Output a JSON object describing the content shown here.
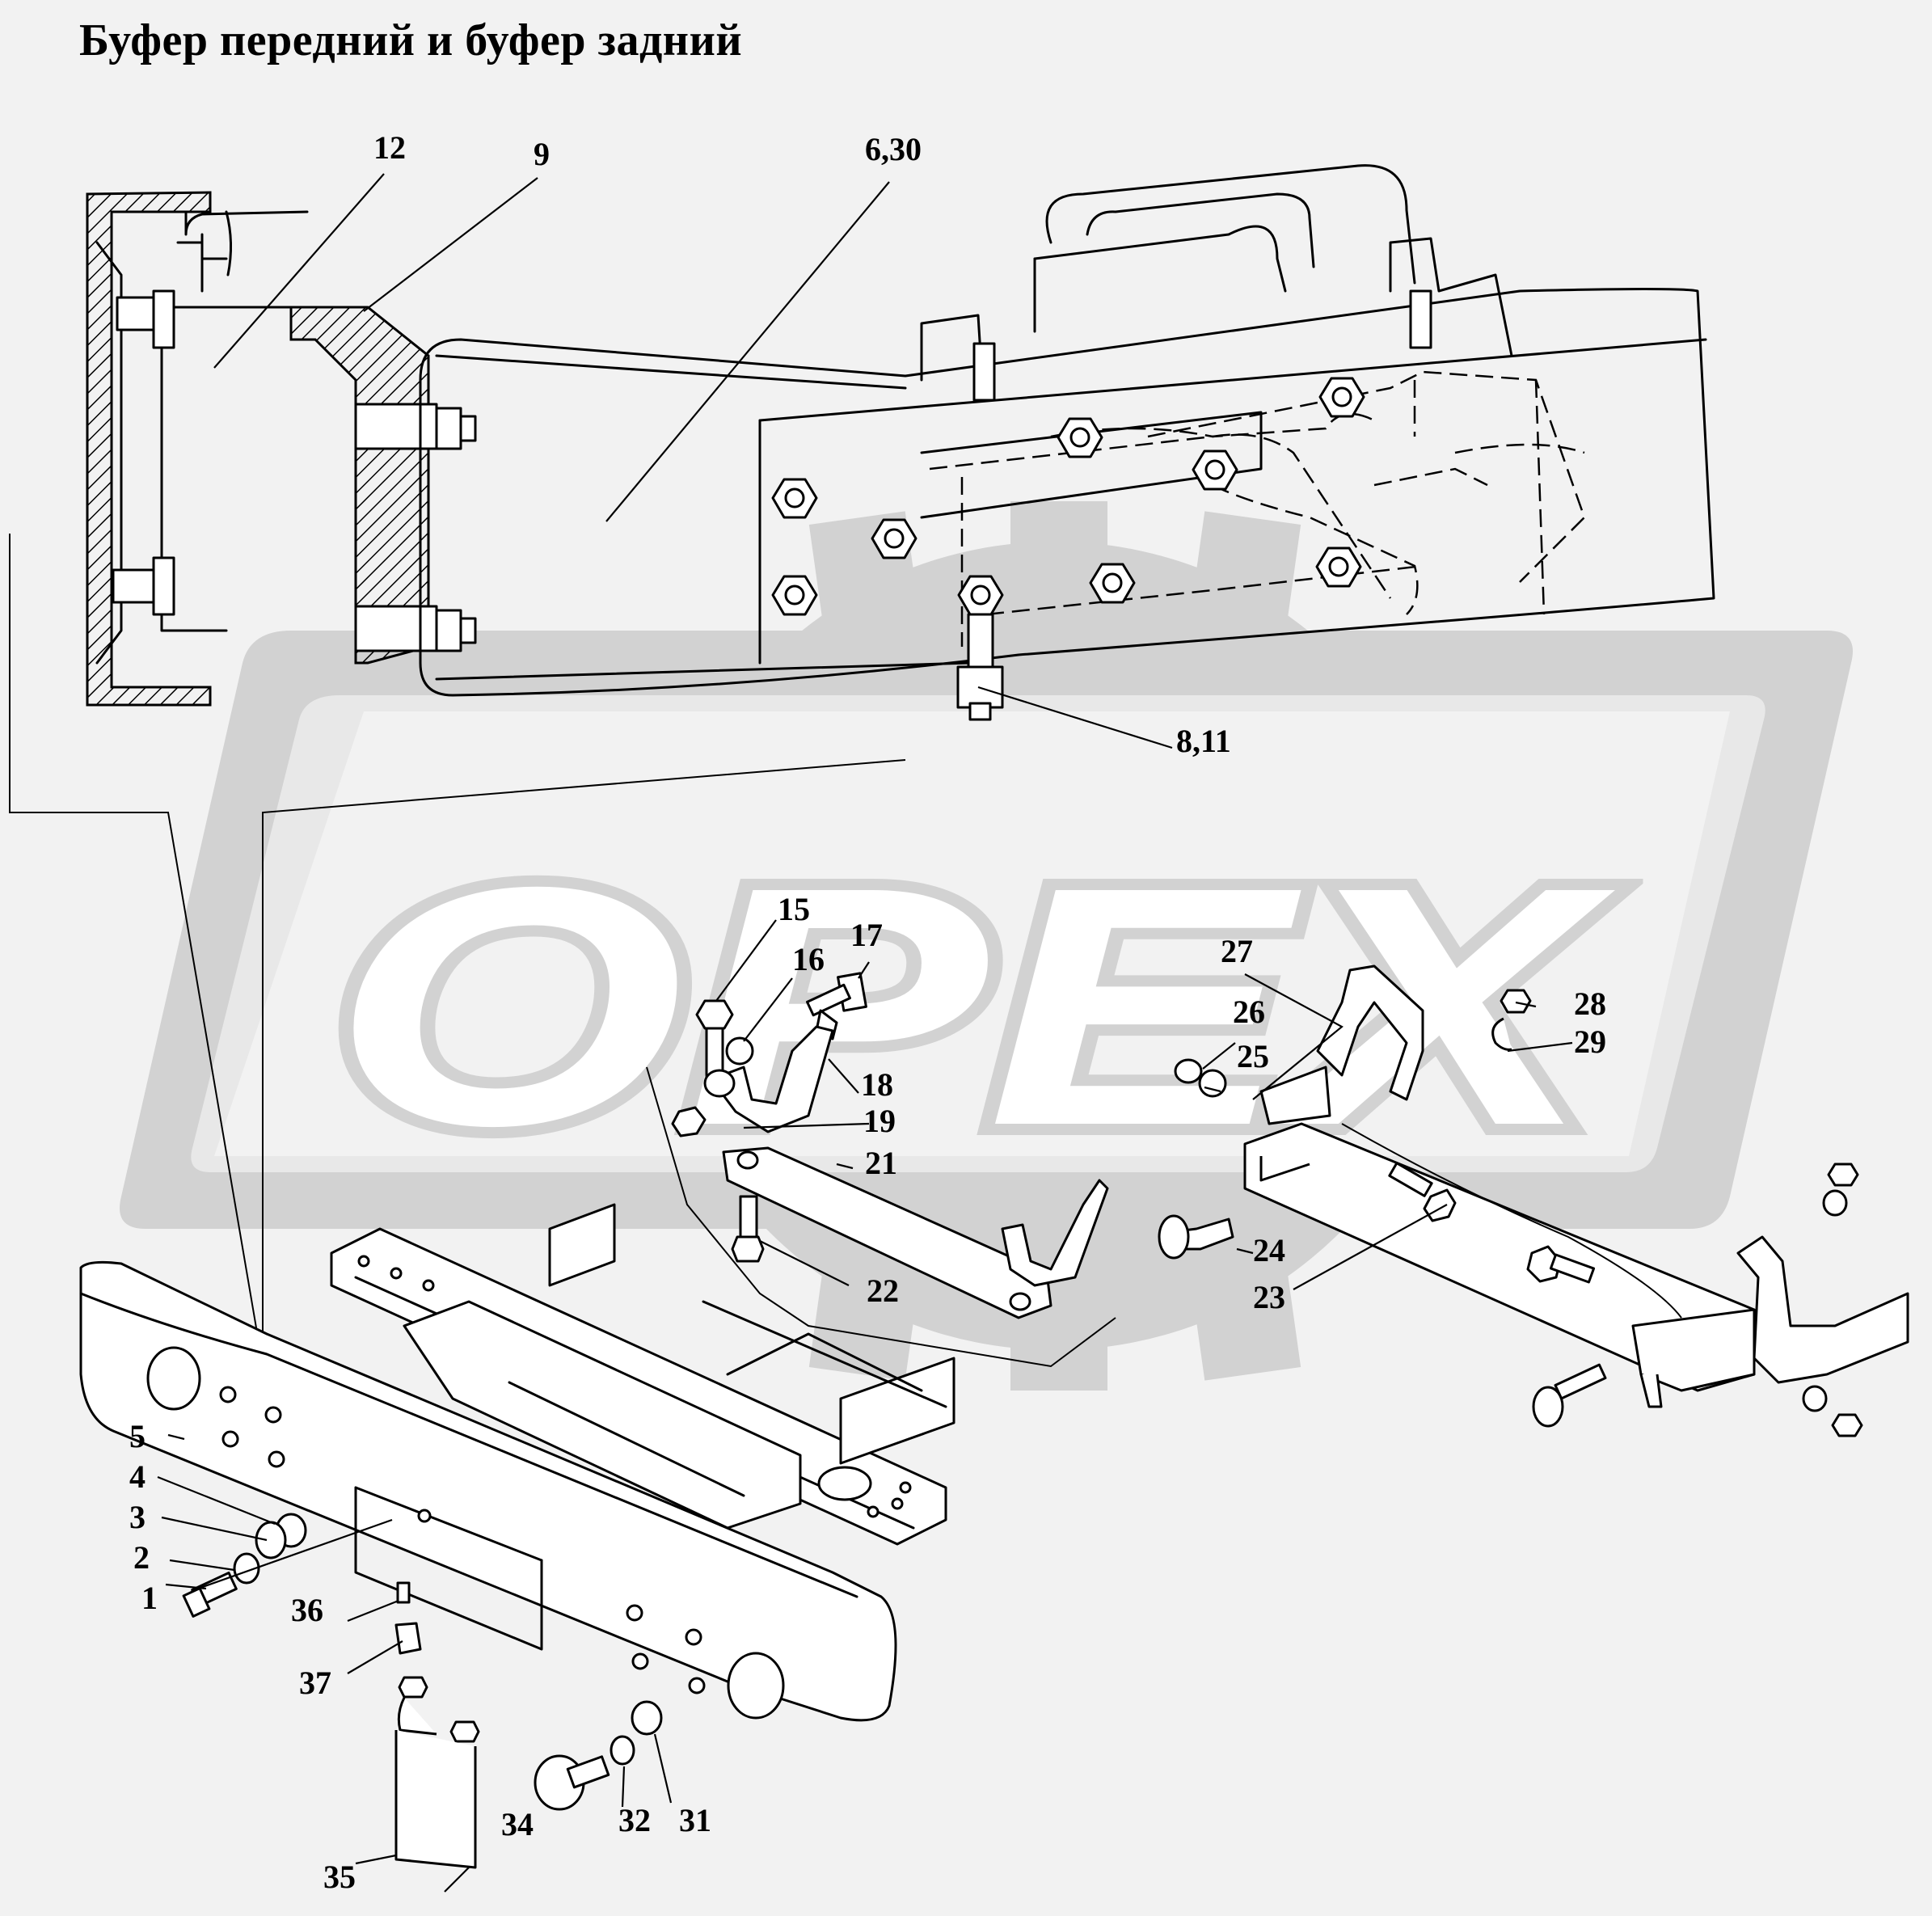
{
  "title": "Буфер передний и буфер задний",
  "watermark": {
    "text": "OPEX",
    "color": "#d2d2d2"
  },
  "callouts": [
    {
      "id": "c-12",
      "text": "12"
    },
    {
      "id": "c-9",
      "text": "9"
    },
    {
      "id": "c-6-30",
      "text": "6,30"
    },
    {
      "id": "c-8-11",
      "text": "8,11"
    },
    {
      "id": "c-15",
      "text": "15"
    },
    {
      "id": "c-16",
      "text": "16"
    },
    {
      "id": "c-17",
      "text": "17"
    },
    {
      "id": "c-18",
      "text": "18"
    },
    {
      "id": "c-19",
      "text": "19"
    },
    {
      "id": "c-21",
      "text": "21"
    },
    {
      "id": "c-22",
      "text": "22"
    },
    {
      "id": "c-27",
      "text": "27"
    },
    {
      "id": "c-26",
      "text": "26"
    },
    {
      "id": "c-25",
      "text": "25"
    },
    {
      "id": "c-28",
      "text": "28"
    },
    {
      "id": "c-29",
      "text": "29"
    },
    {
      "id": "c-24",
      "text": "24"
    },
    {
      "id": "c-23",
      "text": "23"
    },
    {
      "id": "c-5",
      "text": "5"
    },
    {
      "id": "c-4",
      "text": "4"
    },
    {
      "id": "c-3",
      "text": "3"
    },
    {
      "id": "c-2",
      "text": "2"
    },
    {
      "id": "c-1",
      "text": "1"
    },
    {
      "id": "c-36",
      "text": "36"
    },
    {
      "id": "c-37",
      "text": "37"
    },
    {
      "id": "c-34",
      "text": "34"
    },
    {
      "id": "c-32",
      "text": "32"
    },
    {
      "id": "c-31",
      "text": "31"
    },
    {
      "id": "c-35",
      "text": "35"
    }
  ]
}
